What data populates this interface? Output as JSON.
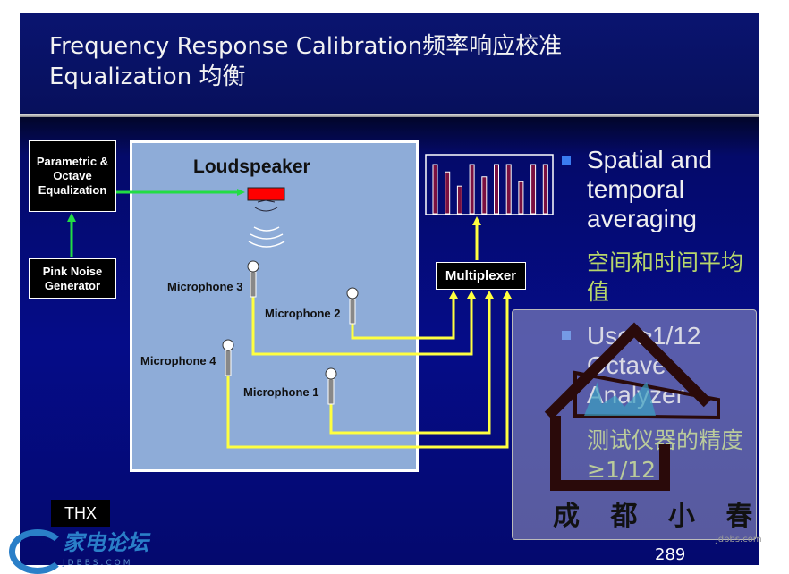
{
  "title": {
    "line1": "Frequency Response Calibration频率响应校准",
    "line2": "Equalization 均衡"
  },
  "diagram": {
    "eq_box": "Parametric & Octave Equalization",
    "noise_box": "Pink Noise Generator",
    "speaker_label": "Loudspeaker",
    "mics": [
      "Microphone 1",
      "Microphone 2",
      "Microphone 3",
      "Microphone 4"
    ],
    "multiplexer": "Multiplexer",
    "analyzer_bars": [
      1.0,
      0.85,
      0.56,
      1.0,
      0.75,
      1.0,
      1.0,
      0.65,
      1.0,
      1.0
    ],
    "colors": {
      "wire": "#ffff40",
      "signal": "#22dd44",
      "bar": "#7a1040",
      "speaker": "#ff0000"
    }
  },
  "bullets": [
    {
      "text": "Spatial and temporal averaging",
      "cn": "空间和时间平均值"
    },
    {
      "text": "Use ≥1/12 Octave Analyzer",
      "cn": "测试仪器的精度≥1/12"
    }
  ],
  "watermark": {
    "text": "成 都 小 春",
    "site": "jdbbs.com",
    "forum": "家电论坛",
    "forum_url": "JDBBS.COM"
  },
  "logo": "THX",
  "page_number": "289"
}
